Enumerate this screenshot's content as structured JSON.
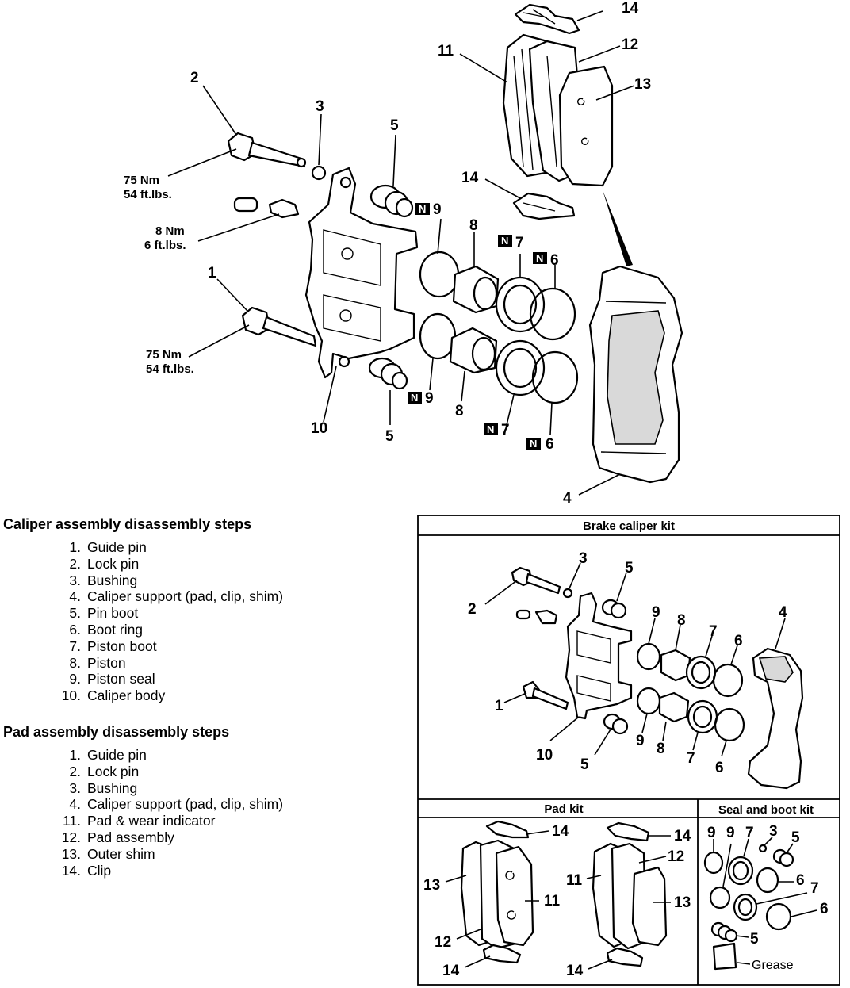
{
  "main_diagram": {
    "callouts": [
      "14",
      "11",
      "12",
      "13",
      "2",
      "3",
      "5",
      "14",
      "9",
      "8",
      "7",
      "6",
      "1",
      "9",
      "8",
      "7",
      "6",
      "10",
      "5",
      "4"
    ],
    "torque_top": [
      "75 Nm",
      "54 ft.lbs."
    ],
    "torque_mid": [
      "8 Nm",
      "6 ft.lbs."
    ],
    "torque_bottom": [
      "75 Nm",
      "54 ft.lbs."
    ],
    "n_badge": "N"
  },
  "caliper_steps": {
    "heading": "Caliper assembly disassembly steps",
    "items": [
      {
        "num": "1.",
        "text": "Guide pin"
      },
      {
        "num": "2.",
        "text": "Lock pin"
      },
      {
        "num": "3.",
        "text": "Bushing"
      },
      {
        "num": "4.",
        "text": "Caliper support (pad, clip, shim)"
      },
      {
        "num": "5.",
        "text": "Pin boot"
      },
      {
        "num": "6.",
        "text": "Boot ring"
      },
      {
        "num": "7.",
        "text": "Piston boot"
      },
      {
        "num": "8.",
        "text": "Piston"
      },
      {
        "num": "9.",
        "text": "Piston seal"
      },
      {
        "num": "10.",
        "text": "Caliper body"
      }
    ]
  },
  "pad_steps": {
    "heading": "Pad assembly disassembly steps",
    "items": [
      {
        "num": "1.",
        "text": "Guide pin"
      },
      {
        "num": "2.",
        "text": "Lock pin"
      },
      {
        "num": "3.",
        "text": "Bushing"
      },
      {
        "num": "4.",
        "text": "Caliper support (pad, clip, shim)"
      },
      {
        "num": "11.",
        "text": "Pad & wear indicator"
      },
      {
        "num": "12.",
        "text": "Pad assembly"
      },
      {
        "num": "13.",
        "text": "Outer shim"
      },
      {
        "num": "14.",
        "text": "Clip"
      }
    ]
  },
  "kits": {
    "brake_caliper_kit": {
      "title": "Brake caliper kit",
      "callouts": [
        "3",
        "5",
        "2",
        "9",
        "8",
        "7",
        "6",
        "4",
        "1",
        "10",
        "5",
        "9",
        "8",
        "7",
        "6"
      ]
    },
    "pad_kit": {
      "title": "Pad kit",
      "callouts": [
        "14",
        "13",
        "11",
        "12",
        "14",
        "14",
        "11",
        "12",
        "13",
        "14"
      ]
    },
    "seal_boot_kit": {
      "title": "Seal and boot kit",
      "callouts": [
        "9",
        "9",
        "7",
        "3",
        "5",
        "6",
        "7",
        "6",
        "5"
      ],
      "grease_label": "Grease"
    }
  }
}
